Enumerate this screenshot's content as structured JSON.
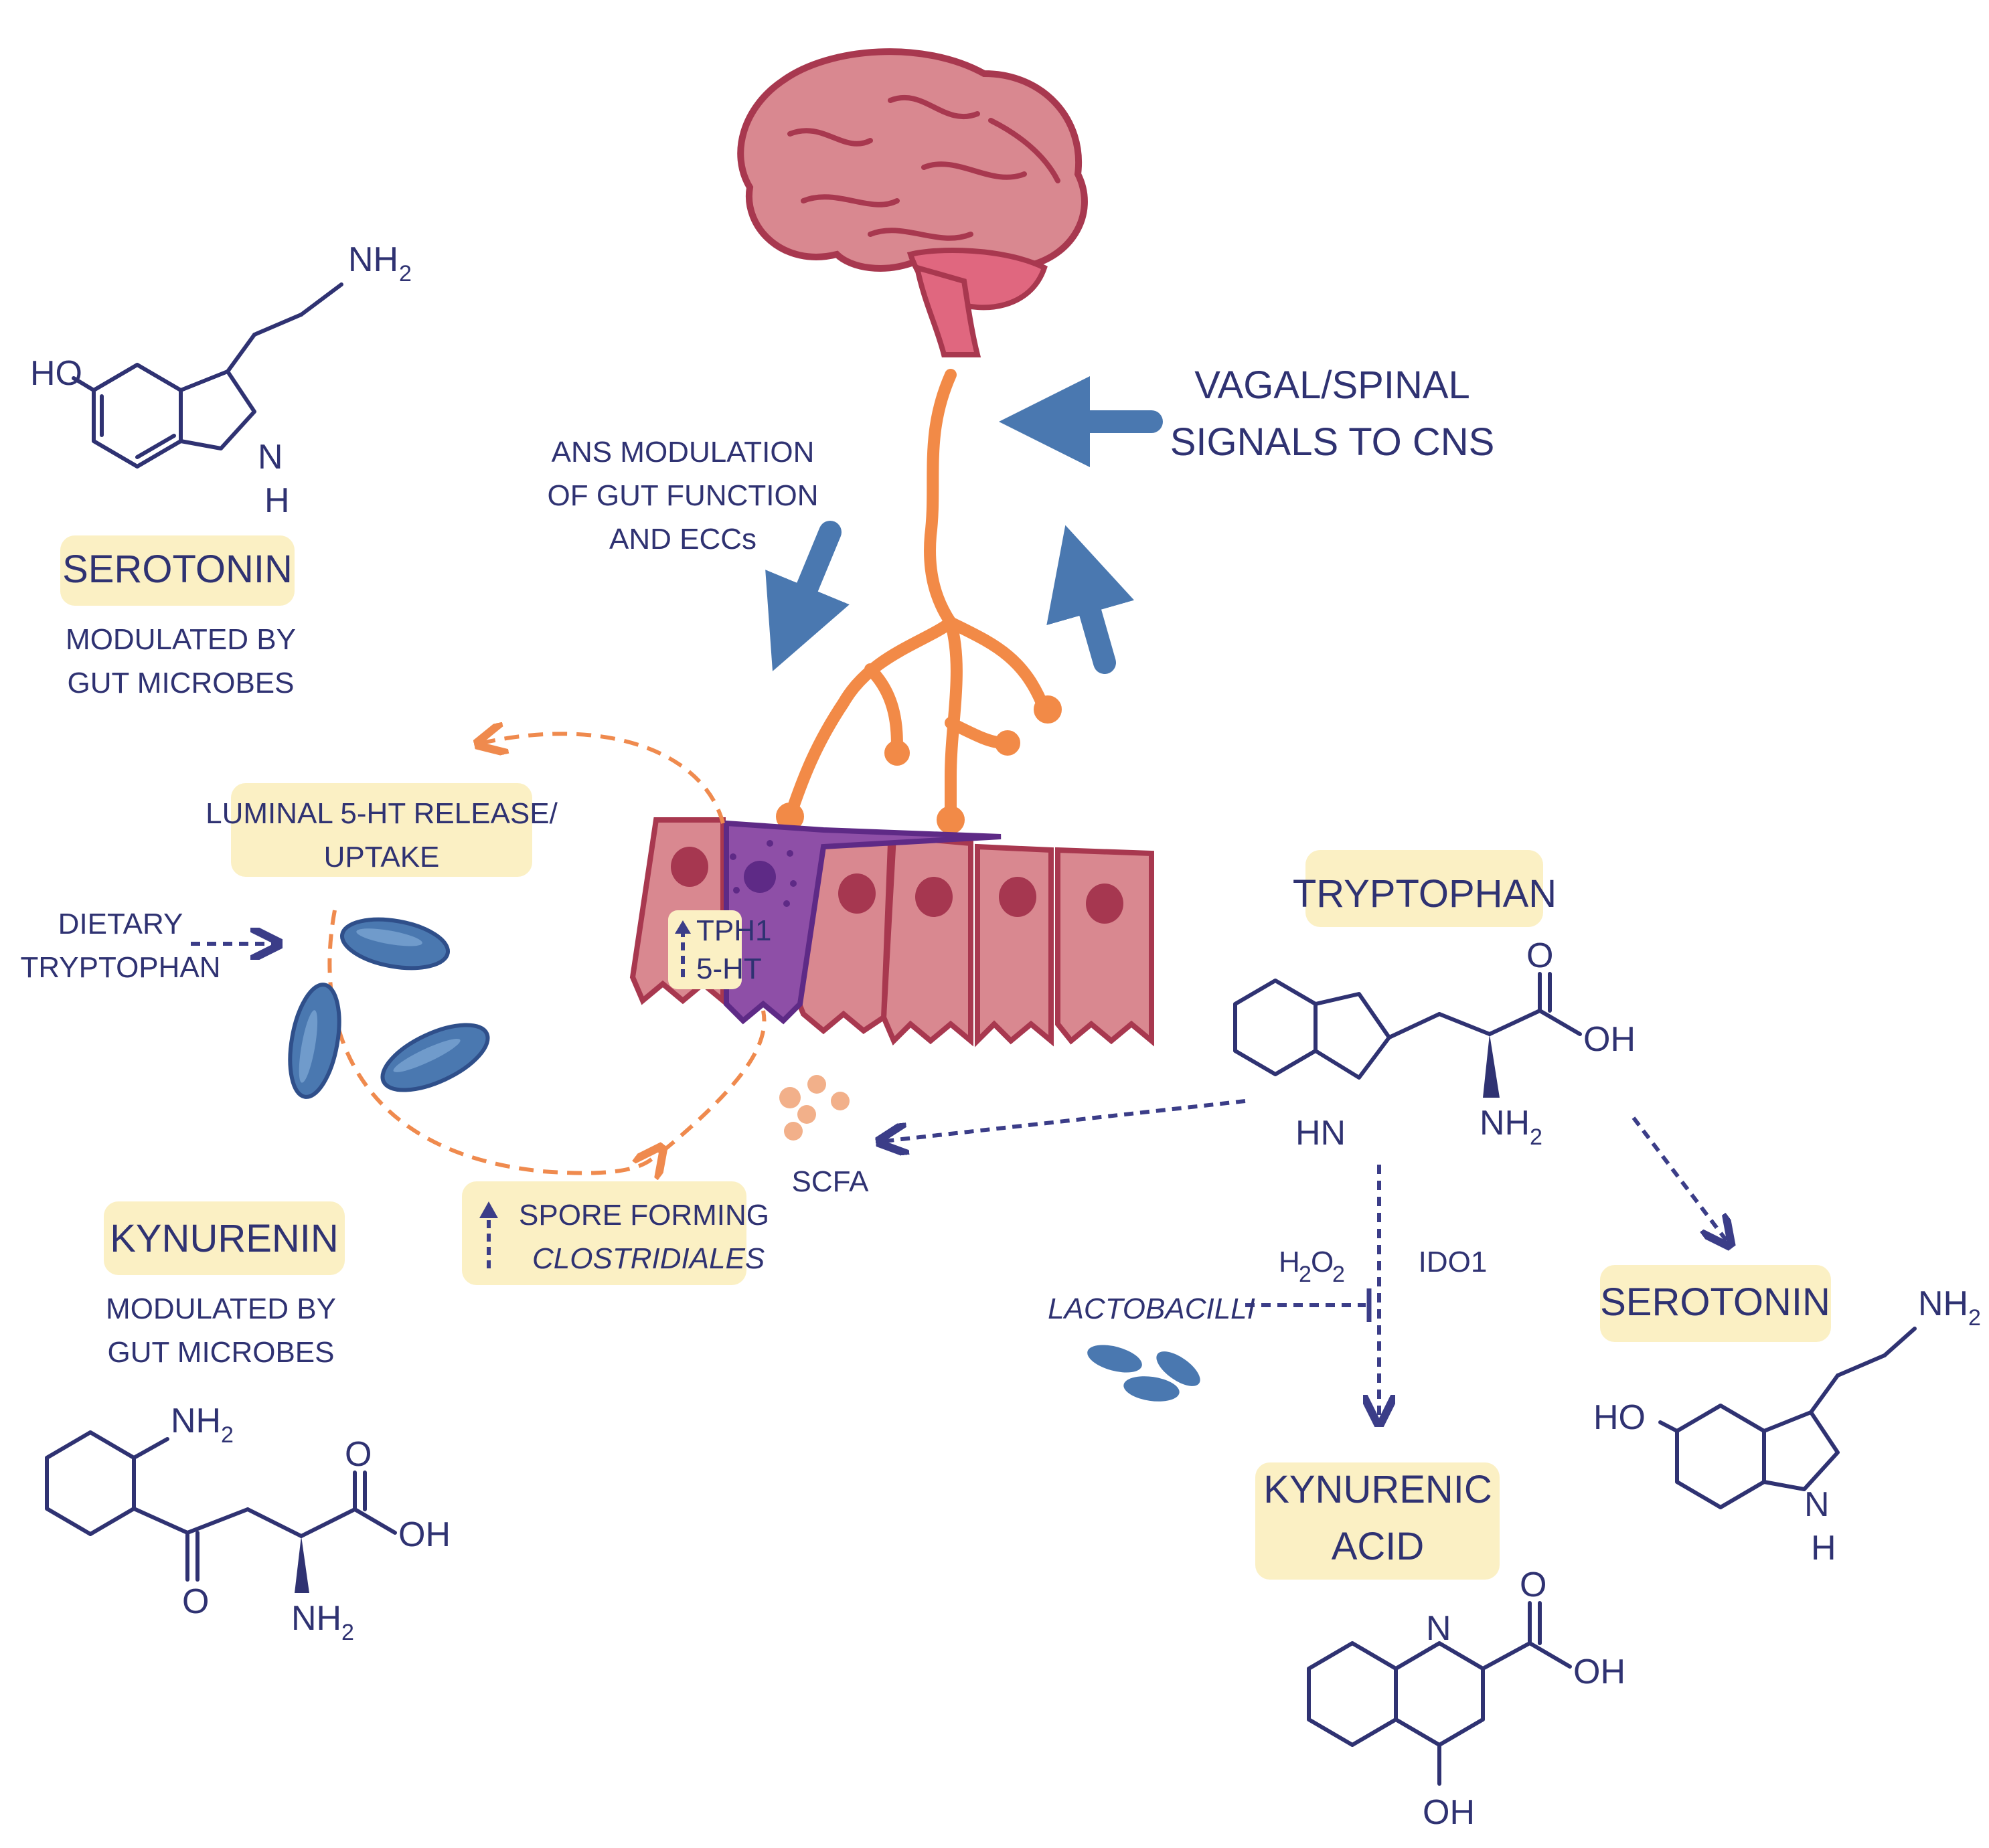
{
  "labels": {
    "vagal": [
      "VAGAL/SPINAL",
      "SIGNALS TO CNS"
    ],
    "ans": [
      "ANS MODULATION",
      "OF GUT FUNCTION",
      "AND ECCs"
    ],
    "serotonin_left": "SEROTONIN",
    "modulated_left": [
      "MODULATED BY",
      "GUT MICROBES"
    ],
    "luminal": [
      "LUMINAL 5-HT RELEASE/",
      "UPTAKE"
    ],
    "dietary": [
      "DIETARY",
      "TRYPTOPHAN"
    ],
    "tph1": "TPH1",
    "five_ht": "5-HT",
    "scfa": "SCFA",
    "spore": "SPORE FORMING",
    "clostridiales": "CLOSTRIDIALES",
    "kynurenin": "KYNURENIN",
    "modulated_kyn": [
      "MODULATED BY",
      "GUT MICROBES"
    ],
    "tryptophan": "TRYPTOPHAN",
    "h2o2": "H",
    "h2o2_2": "2",
    "h2o2_o": "O",
    "h2o2_o2": "2",
    "ido1": "IDO1",
    "lactobacilli": "LACTOBACILLI",
    "kynurenic": [
      "KYNURENIC",
      "ACID"
    ],
    "serotonin_right": "SEROTONIN"
  },
  "chem": {
    "nh": "NH",
    "sub2": "2",
    "ho": "HO",
    "oh": "OH",
    "n": "N",
    "h": "H",
    "hn": "HN",
    "o": "O"
  },
  "colors": {
    "navy": "#2f3272",
    "arrow_blue": "#4a78b0",
    "nerve_orange": "#f28a47",
    "brain_pink": "#d98890",
    "label_box": "#fbf0c4"
  }
}
